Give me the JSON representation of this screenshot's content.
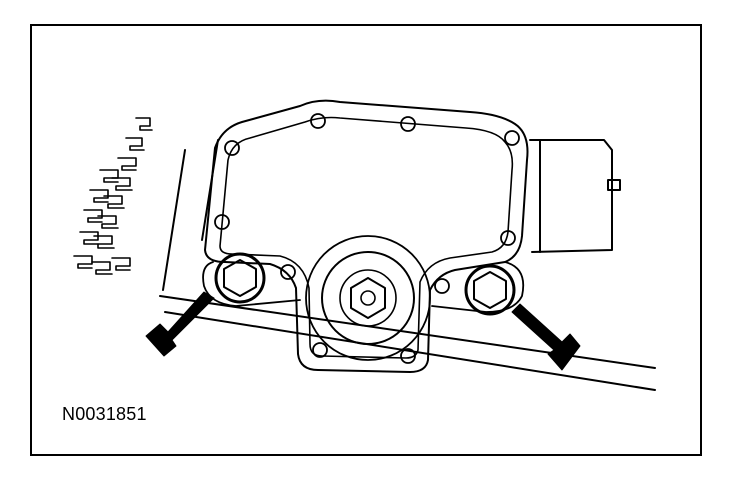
{
  "figure": {
    "id_label": "N0031851"
  },
  "colors": {
    "line": "#000000",
    "background": "#ffffff"
  },
  "callouts": [
    {
      "points_to": "left-bolt",
      "icon": "arrow-icon"
    },
    {
      "points_to": "right-bolt",
      "icon": "arrow-icon"
    }
  ]
}
